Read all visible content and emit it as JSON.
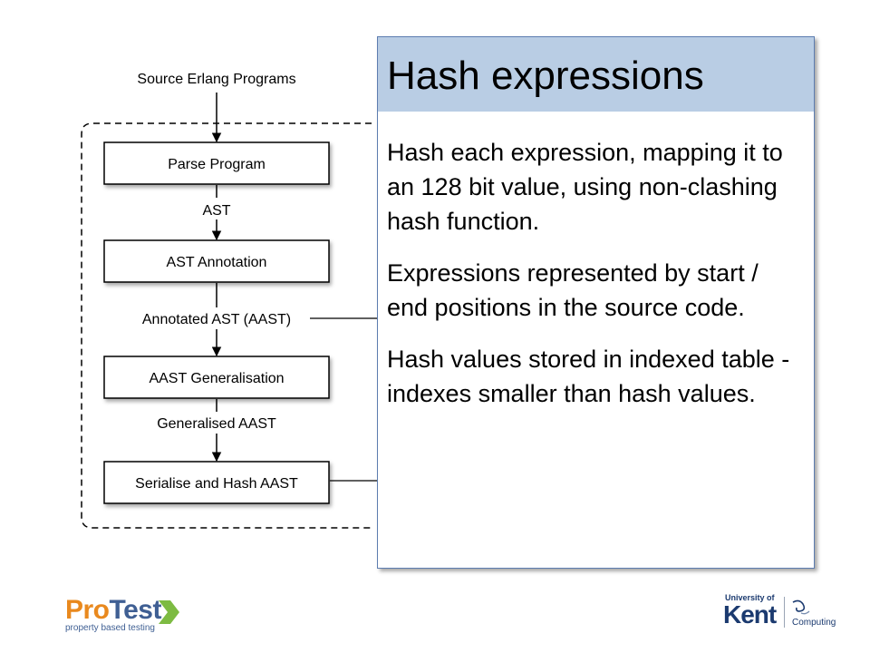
{
  "diagram": {
    "input_label": "Source Erlang Programs",
    "steps": [
      "Parse Program",
      "AST Annotation",
      "AAST Generalisation",
      "Serialise and Hash AAST"
    ],
    "flow_labels": [
      "AST",
      "Annotated AST (AAST)",
      "Generalised AAST"
    ]
  },
  "panel": {
    "title": "Hash expressions",
    "paragraphs": [
      "Hash each expression, mapping it to an 128 bit value, using non-clashing hash function.",
      "Expressions represented by start / end positions in the source code.",
      "Hash values stored in indexed table - indexes smaller than hash values."
    ],
    "header_color": "#b9cde4"
  },
  "logos": {
    "protest": {
      "name_a": "Pro",
      "name_b": "Test",
      "tagline": "property based testing",
      "colors": {
        "orange": "#e9891e",
        "blue": "#3f5f93",
        "green": "#7dbb42"
      }
    },
    "kent": {
      "university_of": "University of",
      "name": "Kent",
      "department": "Computing",
      "color": "#1b3a6f"
    }
  }
}
